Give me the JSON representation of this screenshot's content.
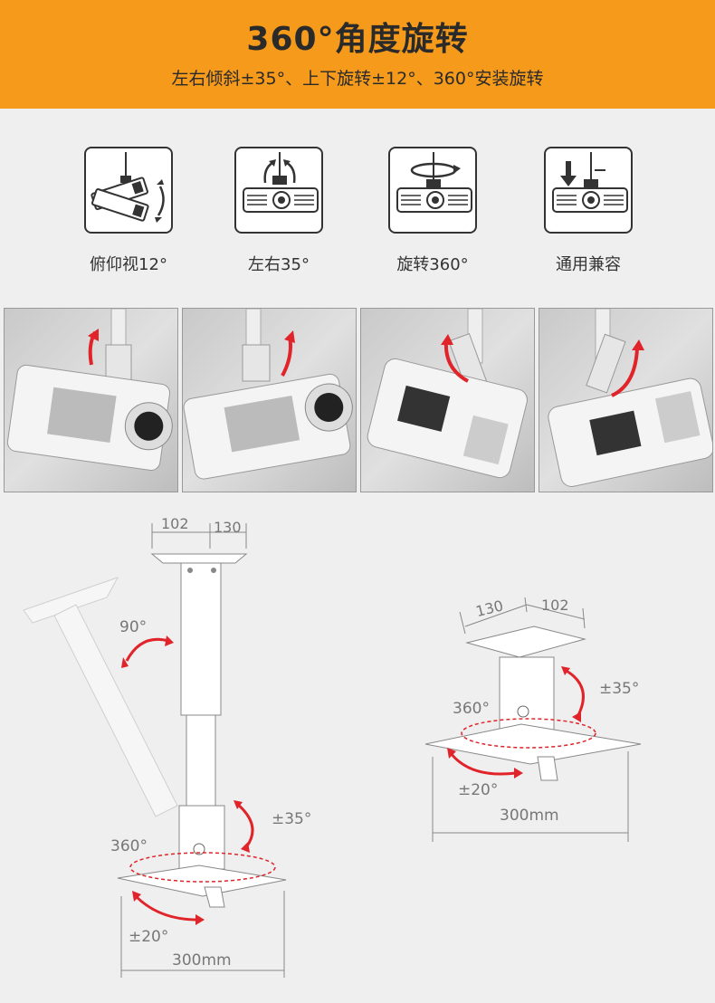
{
  "header": {
    "title": "360°角度旋转",
    "subtitle": "左右倾斜±35°、上下旋转±12°、360°安装旋转"
  },
  "features": [
    {
      "label": "俯仰视12°",
      "icon": "tilt-icon"
    },
    {
      "label": "左右35°",
      "icon": "swivel-icon"
    },
    {
      "label": "旋转360°",
      "icon": "rotate-icon"
    },
    {
      "label": "通用兼容",
      "icon": "compatible-icon"
    }
  ],
  "photos": [
    {
      "name": "photo-tilt-left"
    },
    {
      "name": "photo-tilt-right"
    },
    {
      "name": "photo-rotate-left"
    },
    {
      "name": "photo-rotate-right"
    }
  ],
  "diagram_left": {
    "dim_top_a": "102",
    "dim_top_b": "130",
    "angle_pole": "90°",
    "angle_swivel": "±35°",
    "angle_rotate": "360°",
    "angle_tilt": "±20°",
    "dim_width": "300mm"
  },
  "diagram_right": {
    "dim_top_a": "130",
    "dim_top_b": "102",
    "angle_swivel": "±35°",
    "angle_rotate": "360°",
    "angle_tilt": "±20°",
    "dim_width": "300mm"
  },
  "colors": {
    "header_bg": "#f59a1b",
    "arrow_red": "#e0242a",
    "line_gray": "#888888"
  }
}
